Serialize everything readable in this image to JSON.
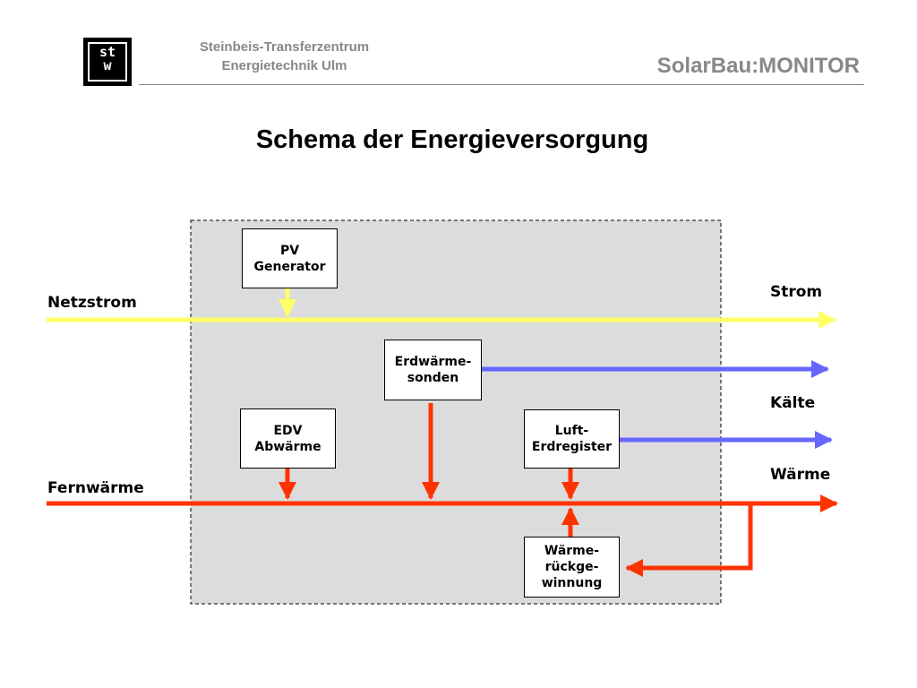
{
  "header": {
    "logo_line1": "st",
    "logo_line2": "w",
    "org_line1": "Steinbeis-Transferzentrum",
    "org_line2": "Energietechnik Ulm",
    "brand": "SolarBau:MONITOR"
  },
  "title": "Schema der Energieversorgung",
  "flows": {
    "netzstrom": "Netzstrom",
    "strom": "Strom",
    "kaelte": "Kälte",
    "fernwaerme": "Fernwärme",
    "waerme": "Wärme"
  },
  "boxes": {
    "pv": [
      "PV",
      "Generator"
    ],
    "erdwaerme": [
      "Erdwärme-",
      "sonden"
    ],
    "edv": [
      "EDV",
      "Abwärme"
    ],
    "luft": [
      "Luft-",
      "Erdregister"
    ],
    "wrg": [
      "Wärme-",
      "rückge-",
      "winnung"
    ]
  },
  "colors": {
    "electric": "#ffff66",
    "heat": "#ff3300",
    "cold": "#6666ff",
    "building": "#dcdcdc"
  }
}
